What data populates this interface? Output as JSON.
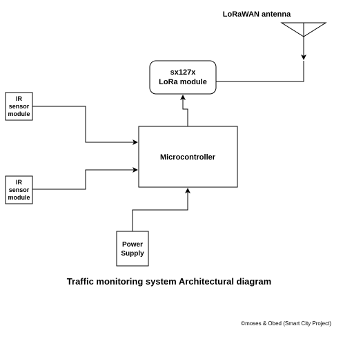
{
  "diagram": {
    "antenna_label": "LoRaWAN antenna",
    "lora_module": {
      "line1": "sx127x",
      "line2": "LoRa module"
    },
    "ir_sensor_top": {
      "line1": "IR",
      "line2": "sensor",
      "line3": "module"
    },
    "ir_sensor_bottom": {
      "line1": "IR",
      "line2": "sensor",
      "line3": "module"
    },
    "microcontroller": "Microcontroller",
    "power_supply": {
      "line1": "Power",
      "line2": "Supply"
    }
  },
  "caption": "Traffic monitoring system Architectural diagram",
  "footer": "©moses & Obed (Smart City Project)",
  "colors": {
    "stroke": "#000000",
    "background": "#ffffff"
  }
}
